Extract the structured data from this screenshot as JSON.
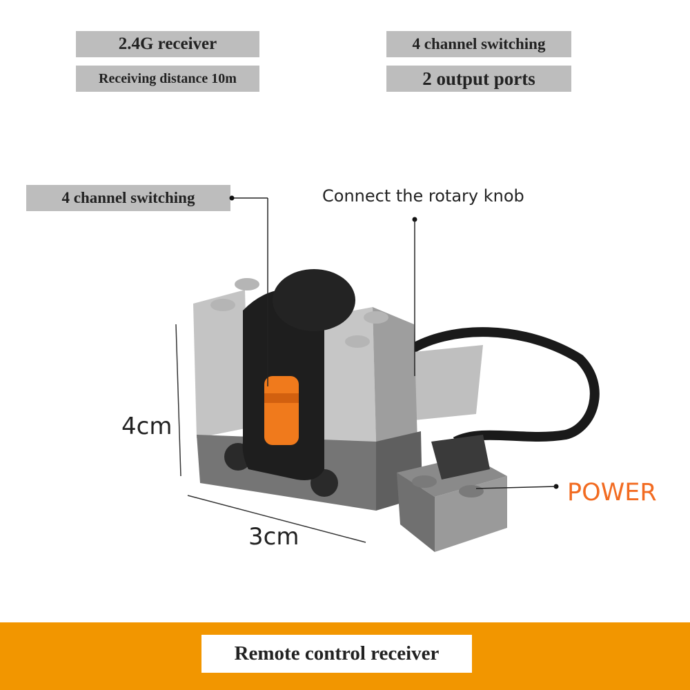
{
  "features": {
    "receiver": "2.4G receiver",
    "distance": "Receiving distance 10m",
    "channels": "4 channel switching",
    "ports": "2 output ports"
  },
  "callouts": {
    "channel_switch": "4 channel switching",
    "rotary_knob": "Connect the rotary knob",
    "power": "POWER"
  },
  "dimensions": {
    "height": "4cm",
    "width": "3cm"
  },
  "banner": {
    "title": "Remote control receiver"
  },
  "colors": {
    "accent_orange": "#f29600",
    "power_text": "#f26b21",
    "label_gray": "#bdbdbd"
  }
}
